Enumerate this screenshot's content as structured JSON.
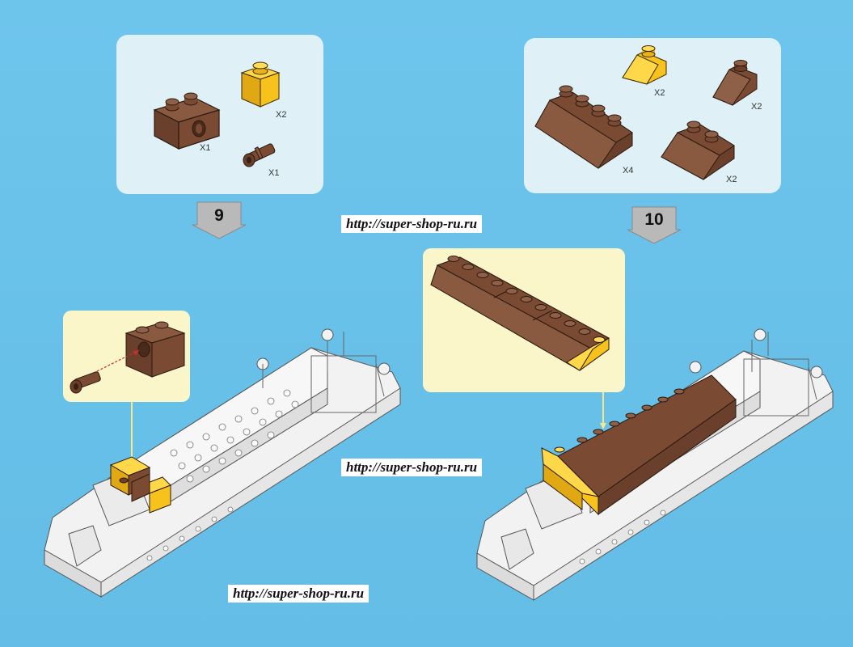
{
  "steps": [
    {
      "number": "9",
      "parts": [
        {
          "name": "brown-technic-brick-1x2-icon",
          "quantity": "X1"
        },
        {
          "name": "yellow-brick-1x1-icon",
          "quantity": "X2"
        },
        {
          "name": "brown-technic-pin-icon",
          "quantity": "X1"
        }
      ]
    },
    {
      "number": "10",
      "parts": [
        {
          "name": "yellow-slope-1x2-icon",
          "quantity": "X2"
        },
        {
          "name": "brown-slope-1x2-icon",
          "quantity": "X2"
        },
        {
          "name": "brown-slope-2x4-icon",
          "quantity": "X4"
        },
        {
          "name": "brown-slope-2x2-icon",
          "quantity": "X2"
        }
      ]
    }
  ],
  "watermarks": [
    "http://super-shop-ru.ru",
    "http://super-shop-ru.ru",
    "http://super-shop-ru.ru"
  ],
  "colors": {
    "background": "#6cc3ea",
    "parts_panel": "#dff1f6",
    "callout_panel": "#fbf6c9",
    "brick_brown": "#7a4a33",
    "brick_yellow": "#f7c21b",
    "model_white": "#f2f2f2",
    "arrow_grey": "#b9b9b9"
  }
}
